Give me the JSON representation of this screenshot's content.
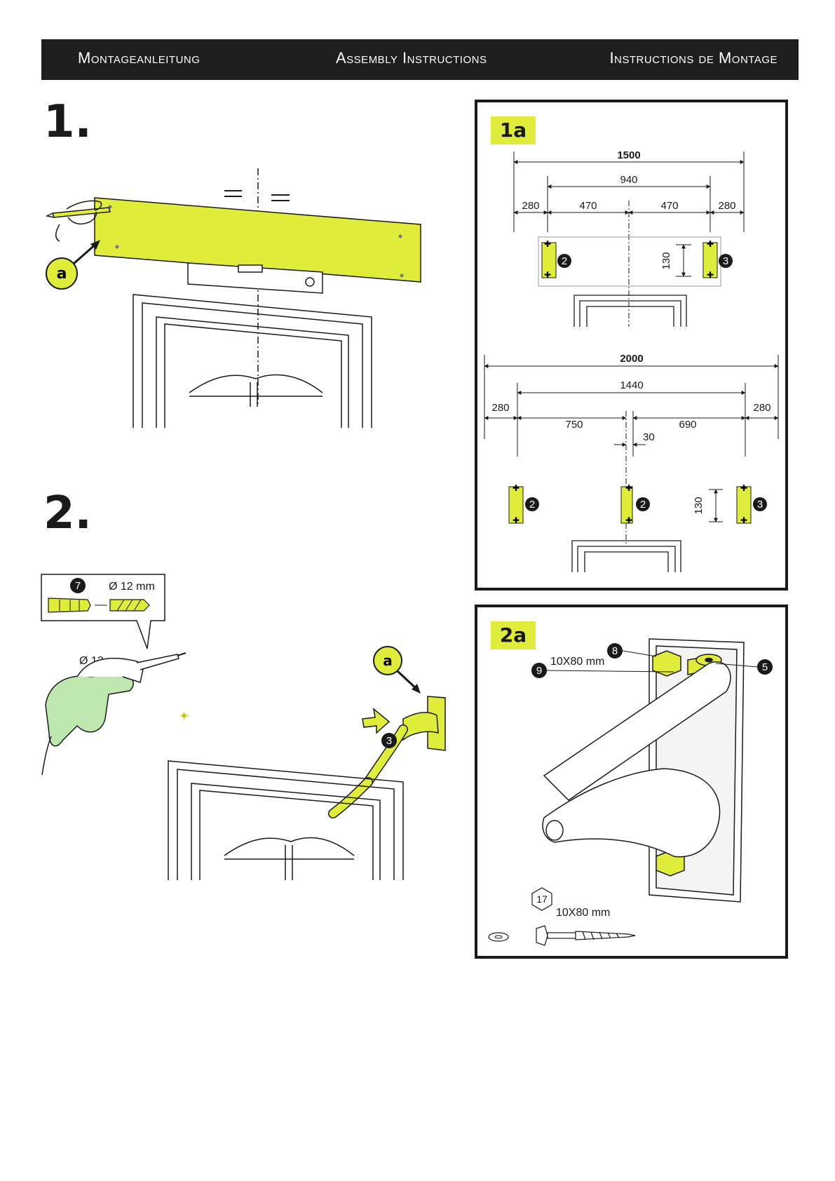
{
  "header": {
    "de": "Montageanleitung",
    "en": "Assembly Instructions",
    "fr": "Instructions de Montage"
  },
  "steps": {
    "step1": "1.",
    "step2": "2."
  },
  "callout_a": "a",
  "drill": {
    "part_no": "7",
    "dowel_diameter": "Ø 12 mm",
    "drill_diameter": "Ø 12 mm"
  },
  "step2_part_no": "3",
  "panel_1a": {
    "tag": "1a",
    "top": {
      "overall": "1500",
      "inner": "940",
      "left_margin": "280",
      "left_half": "470",
      "right_half": "470",
      "right_margin": "280",
      "height": "130",
      "bracket_left": "2",
      "bracket_right": "3"
    },
    "bottom": {
      "overall": "2000",
      "inner": "1440",
      "left_margin": "280",
      "left_span": "750",
      "right_span": "690",
      "right_margin": "280",
      "offset": "30",
      "height": "130",
      "bracket_left": "2",
      "bracket_mid": "2",
      "bracket_right": "3"
    }
  },
  "panel_2a": {
    "tag": "2a",
    "part_8": "8",
    "part_9": "9",
    "part_5": "5",
    "bolt_label": "10X80 mm",
    "wrench_size": "17",
    "screw_label": "10X80 mm"
  },
  "colors": {
    "accent": "#dfec3a",
    "dark": "#1e1e1e"
  }
}
